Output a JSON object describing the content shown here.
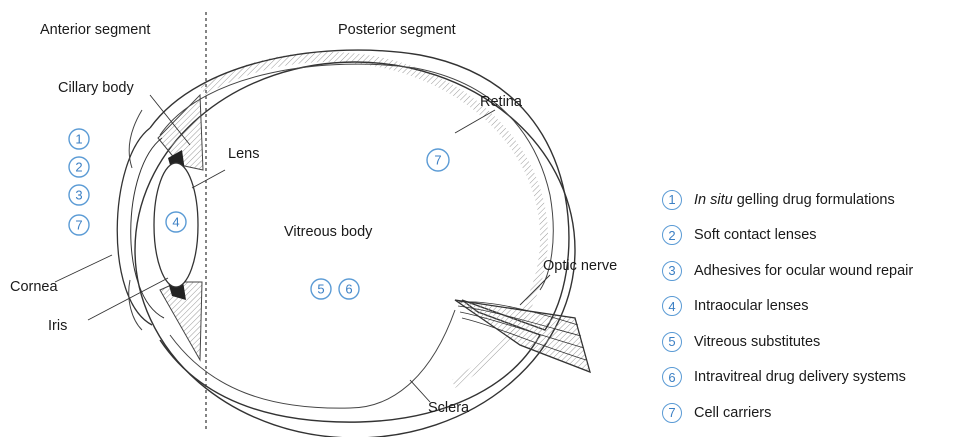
{
  "headers": {
    "anterior": "Anterior segment",
    "posterior": "Posterior segment"
  },
  "labels": {
    "ciliary_body": "Cillary body",
    "lens": "Lens",
    "retina": "Retina",
    "vitreous_body": "Vitreous body",
    "optic_nerve": "Optic nerve",
    "cornea": "Cornea",
    "iris": "Iris",
    "sclera": "Sclera"
  },
  "markers": {
    "cornea_stack": [
      "1",
      "2",
      "3",
      "7"
    ],
    "lens": "4",
    "vitreous": [
      "5",
      "6"
    ],
    "retina": "7"
  },
  "legend": [
    {
      "num": "1",
      "italic": "In situ",
      "text": " gelling drug formulations"
    },
    {
      "num": "2",
      "italic": "",
      "text": "Soft contact lenses"
    },
    {
      "num": "3",
      "italic": "",
      "text": "Adhesives for ocular wound repair"
    },
    {
      "num": "4",
      "italic": "",
      "text": "Intraocular lenses"
    },
    {
      "num": "5",
      "italic": "",
      "text": "Vitreous substitutes"
    },
    {
      "num": "6",
      "italic": "",
      "text": "Intravitreal drug delivery systems"
    },
    {
      "num": "7",
      "italic": "",
      "text": "Cell carriers"
    }
  ],
  "colors": {
    "marker": "#5b9bd5",
    "line": "#333333",
    "hatch": "#9a9a9a"
  }
}
